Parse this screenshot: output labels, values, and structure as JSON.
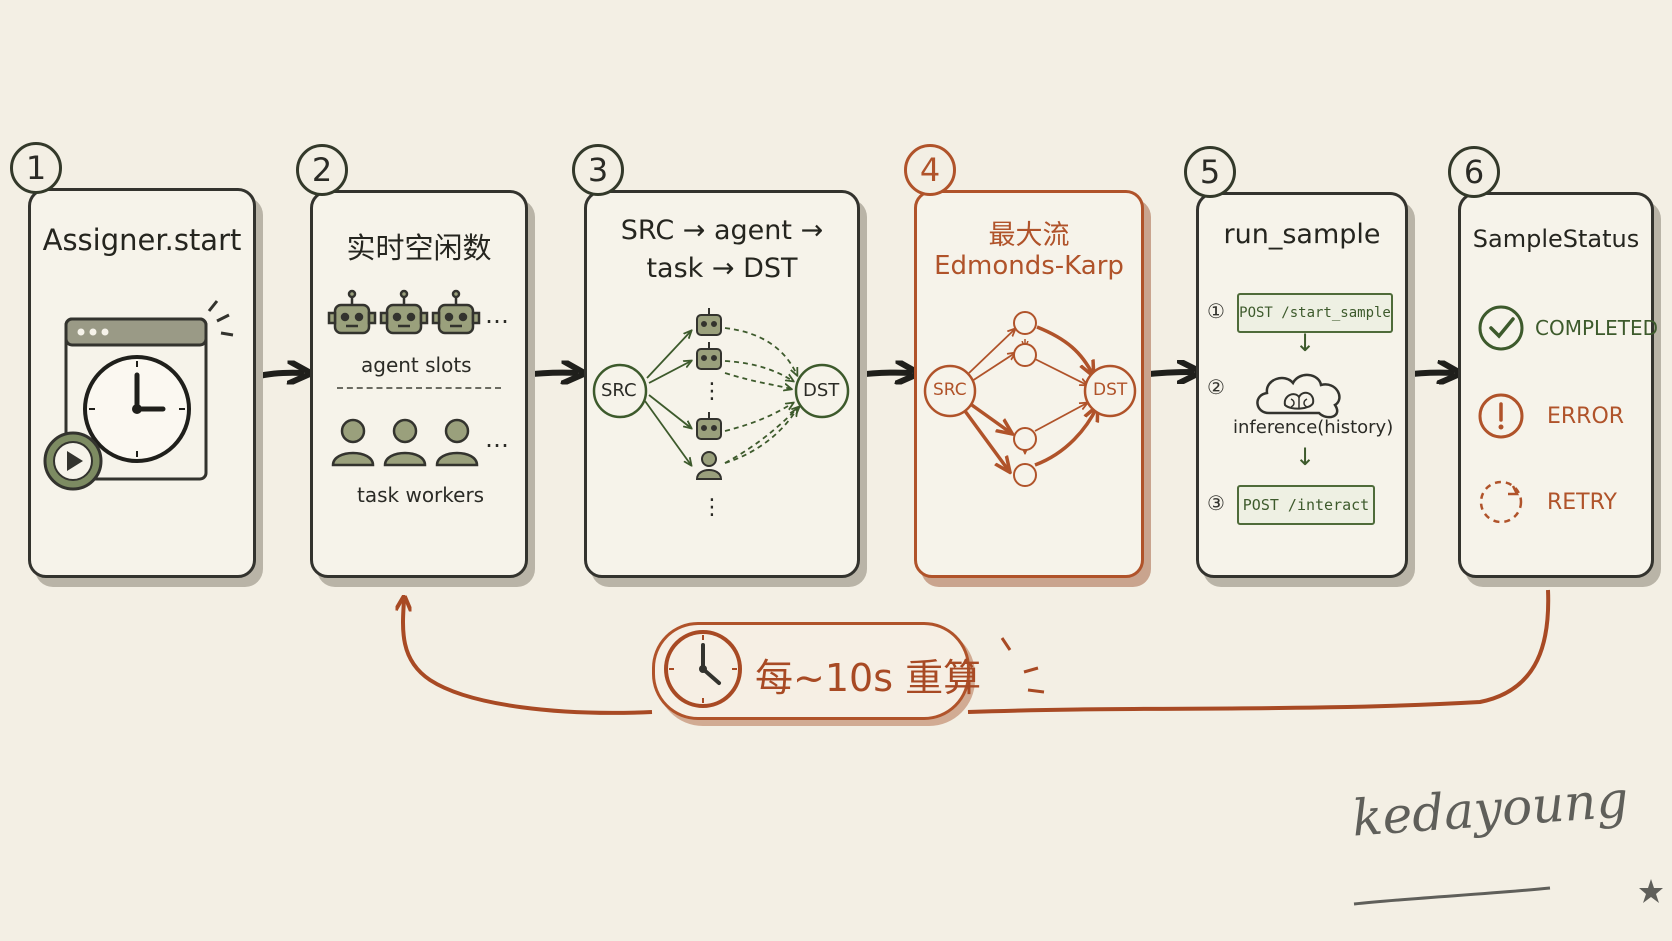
{
  "steps": [
    {
      "number": "1",
      "title": "Assigner.start"
    },
    {
      "number": "2",
      "title": "实时空闲数",
      "agent_label": "agent slots",
      "worker_label": "task workers"
    },
    {
      "number": "3",
      "title_line1": "SRC → agent →",
      "title_line2": "task → DST",
      "src": "SRC",
      "dst": "DST"
    },
    {
      "number": "4",
      "title_line1": "最大流",
      "title_line2": "Edmonds-Karp",
      "src": "SRC",
      "dst": "DST"
    },
    {
      "number": "5",
      "title": "run_sample",
      "calls": [
        {
          "index": "①",
          "label": "POST /start_sample"
        },
        {
          "index": "②",
          "label": "inference(history)"
        },
        {
          "index": "③",
          "label": "POST /interact"
        }
      ]
    },
    {
      "number": "6",
      "title": "SampleStatus",
      "statuses": [
        {
          "label": "COMPLETED",
          "color": "#3d5a2c"
        },
        {
          "label": "ERROR",
          "color": "#b0532a"
        },
        {
          "label": "RETRY",
          "color": "#b0532a"
        }
      ]
    }
  ],
  "loop": {
    "label": "每~10s 重算"
  },
  "signature": "kedayoung",
  "ellipsis": "…",
  "vdots": "⋮",
  "colors": {
    "ink": "#33332e",
    "green": "#3d5a2c",
    "rust": "#b0532a",
    "background": "#f3efe4"
  }
}
